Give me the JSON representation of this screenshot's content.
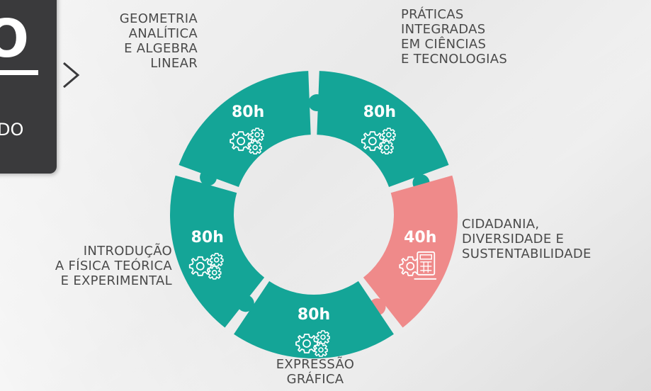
{
  "panel": {
    "big_char": "O",
    "small_text": "DO"
  },
  "modules": [
    {
      "id": "geometria",
      "hours": "80h",
      "color": "#14a597",
      "icon": "gears-icon",
      "label_lines": [
        "GEOMETRIA",
        "ANALÍTICA",
        "E ALGEBRA",
        "LINEAR"
      ]
    },
    {
      "id": "praticas",
      "hours": "40h",
      "color": "#ef8a8a",
      "icon": "calculator-gears-icon",
      "label_lines": [
        "PRÁTICAS",
        "INTEGRADAS",
        "EM CIÊNCIAS",
        "E TECNOLOGIAS"
      ]
    },
    {
      "id": "cidadania",
      "hours": "80h",
      "color": "#14a597",
      "icon": "gears-icon",
      "label_lines": [
        "CIDADANIA,",
        "DIVERSIDADE E",
        "SUSTENTABILIDADE"
      ]
    },
    {
      "id": "expressao",
      "hours": "80h",
      "color": "#14a597",
      "icon": "gears-icon",
      "label_lines": [
        "EXPRESSÃO",
        "GRÁFICA"
      ]
    },
    {
      "id": "introducao",
      "hours": "80h",
      "color": "#14a597",
      "icon": "gears-icon",
      "label_lines": [
        "INTRODUÇÃO",
        "A FÍSICA TEÓRICA",
        "E EXPERIMENTAL"
      ]
    }
  ],
  "colors": {
    "teal": "#14a597",
    "coral": "#ef8a8a",
    "panel": "#3a3a3c",
    "label_text": "#4a4a4a"
  }
}
